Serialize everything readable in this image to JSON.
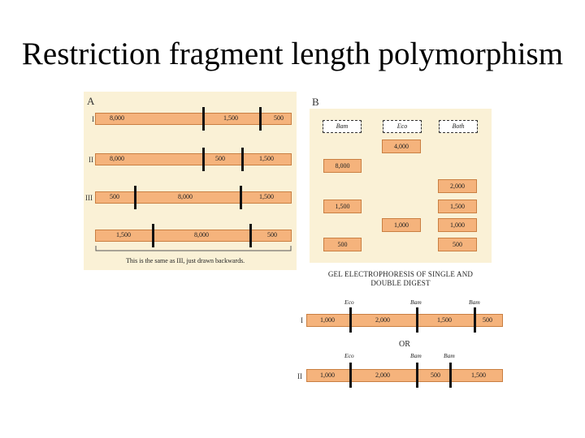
{
  "title": "Restriction fragment length polymorphism",
  "panel_a": {
    "label": "A",
    "maps": [
      {
        "row": "I",
        "segments": [
          "8,000",
          "1,500",
          "500"
        ]
      },
      {
        "row": "II",
        "segments": [
          "8,000",
          "500",
          "1,500"
        ]
      },
      {
        "row": "III",
        "segments": [
          "500",
          "8,000",
          "1,500"
        ]
      },
      {
        "row": "",
        "segments": [
          "1,500",
          "8,000",
          "500"
        ]
      }
    ],
    "note": "This is the same as III, just drawn backwards."
  },
  "panel_b": {
    "label": "B",
    "wells": [
      "Bam",
      "Eco",
      "Both"
    ],
    "bands": {
      "eco_4000": "4,000",
      "bam_8000": "8,000",
      "both_2000": "2,000",
      "bam_1500": "1,500",
      "both_1500": "1,500",
      "eco_1000": "1,000",
      "both_1000": "1,000",
      "bam_500": "500",
      "both_500": "500"
    },
    "caption_line1": "GEL ELECTROPHORESIS OF SINGLE AND",
    "caption_line2": "DOUBLE DIGEST"
  },
  "bottom_maps": [
    {
      "row": "I",
      "enzymes": [
        "Eco",
        "Bam",
        "Bam"
      ],
      "segments": [
        "1,000",
        "2,000",
        "1,500",
        "500"
      ]
    },
    {
      "row": "II",
      "enzymes": [
        "Eco",
        "Bam",
        "Bam"
      ],
      "segments": [
        "1,000",
        "2,000",
        "500",
        "1,500"
      ]
    }
  ],
  "or_label": "OR"
}
